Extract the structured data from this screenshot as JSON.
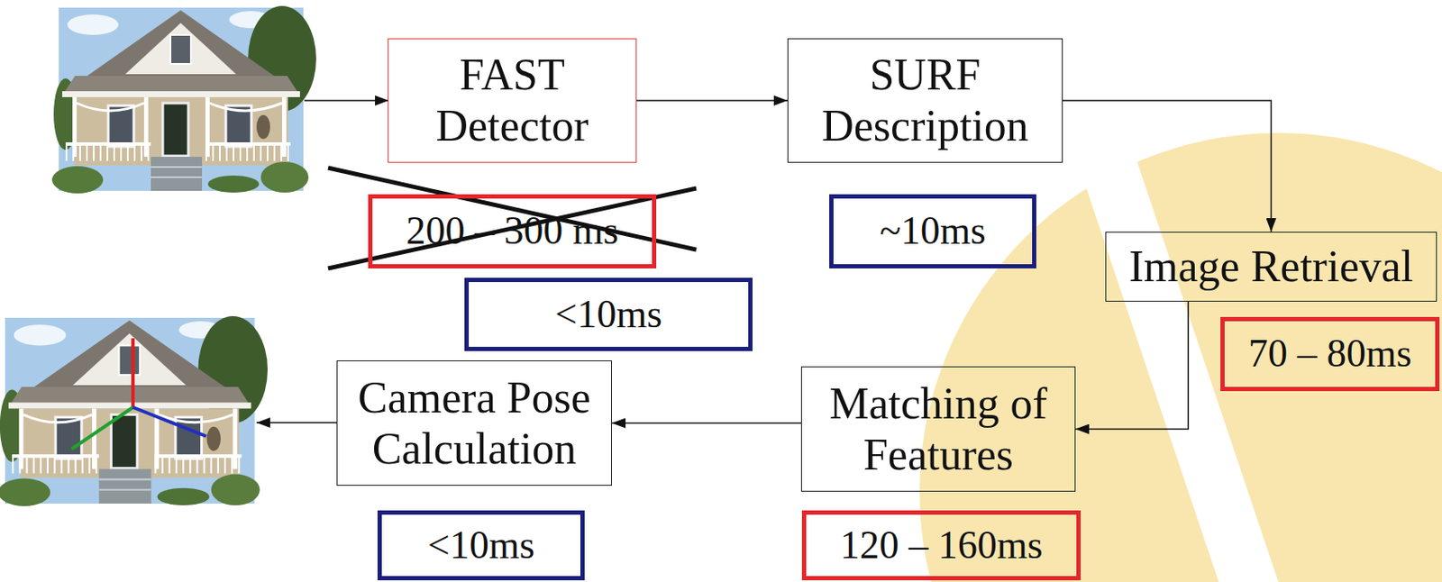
{
  "diagram": {
    "nodes": [
      {
        "text": [
          "FAST Detector"
        ]
      },
      {
        "text": [
          "SURF Description"
        ]
      },
      {
        "text": [
          "200 – 300 ms"
        ]
      },
      {
        "text": [
          "~10ms"
        ]
      },
      {
        "text": [
          "Image Retrieval"
        ]
      },
      {
        "text": [
          "<10ms"
        ]
      },
      {
        "text": [
          "70 – 80ms"
        ]
      },
      {
        "text": [
          "Camera Pose Calculation"
        ]
      },
      {
        "text": [
          "Matching of Features"
        ]
      },
      {
        "text": [
          "<10ms"
        ]
      },
      {
        "text": [
          "120 – 160ms"
        ]
      }
    ],
    "edges": [
      {
        "from": 0,
        "to": 1,
        "arrow": "to"
      },
      {
        "from": 1,
        "to": 4,
        "arrow": "to"
      },
      {
        "from": 4,
        "to": 8,
        "arrow": "to"
      },
      {
        "from": 8,
        "to": 7,
        "arrow": "to"
      }
    ]
  }
}
